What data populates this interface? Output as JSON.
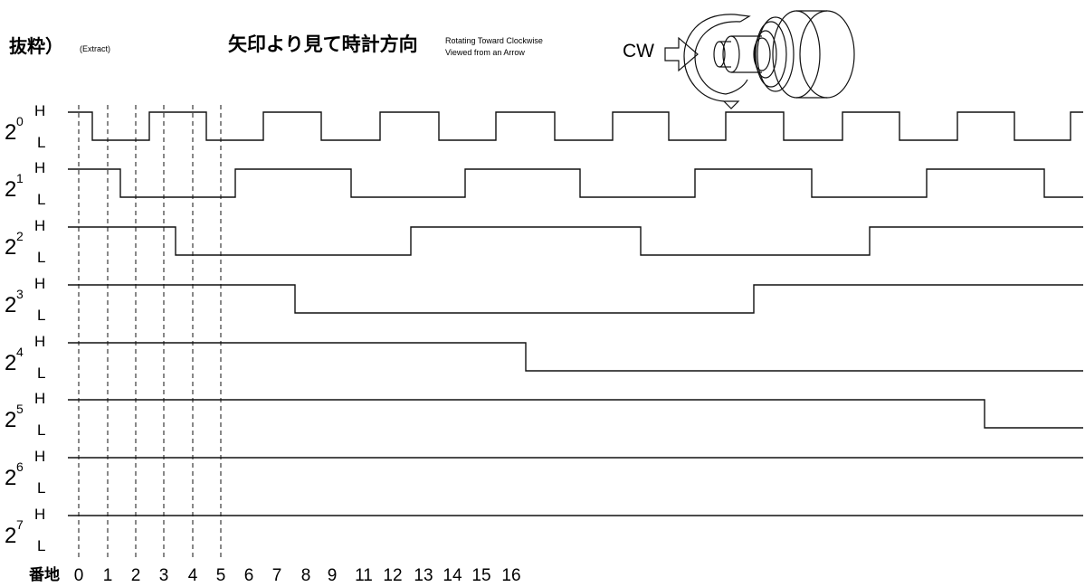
{
  "header": {
    "extract_jp": "抜粋）",
    "extract_en": "(Extract)",
    "direction_jp": "矢印より見て時計方向",
    "direction_en_line1": "Rotating Toward Clockwise",
    "direction_en_line2": "Viewed from an Arrow",
    "cw_label": "CW"
  },
  "rows": [
    {
      "base": "2",
      "exp": "0",
      "high": "H",
      "low": "L"
    },
    {
      "base": "2",
      "exp": "1",
      "high": "H",
      "low": "L"
    },
    {
      "base": "2",
      "exp": "2",
      "high": "H",
      "low": "L"
    },
    {
      "base": "2",
      "exp": "3",
      "high": "H",
      "low": "L"
    },
    {
      "base": "2",
      "exp": "4",
      "high": "H",
      "low": "L"
    },
    {
      "base": "2",
      "exp": "5",
      "high": "H",
      "low": "L"
    },
    {
      "base": "2",
      "exp": "6",
      "high": "H",
      "low": "L"
    },
    {
      "base": "2",
      "exp": "7",
      "high": "H",
      "low": "L"
    }
  ],
  "address": {
    "label": "番地",
    "numbers": [
      "0",
      "1",
      "2",
      "3",
      "4",
      "5",
      "6",
      "7",
      "8",
      "9",
      "11",
      "12",
      "13",
      "14",
      "15",
      "16"
    ]
  },
  "colors": {
    "line": "#111111",
    "background": "#ffffff"
  },
  "icons": {
    "rotary_encoder": "rotary-encoder-illustration",
    "direction_arrow": "arrow-right-icon",
    "rotation_arrow": "rotation-arrow-icon"
  }
}
